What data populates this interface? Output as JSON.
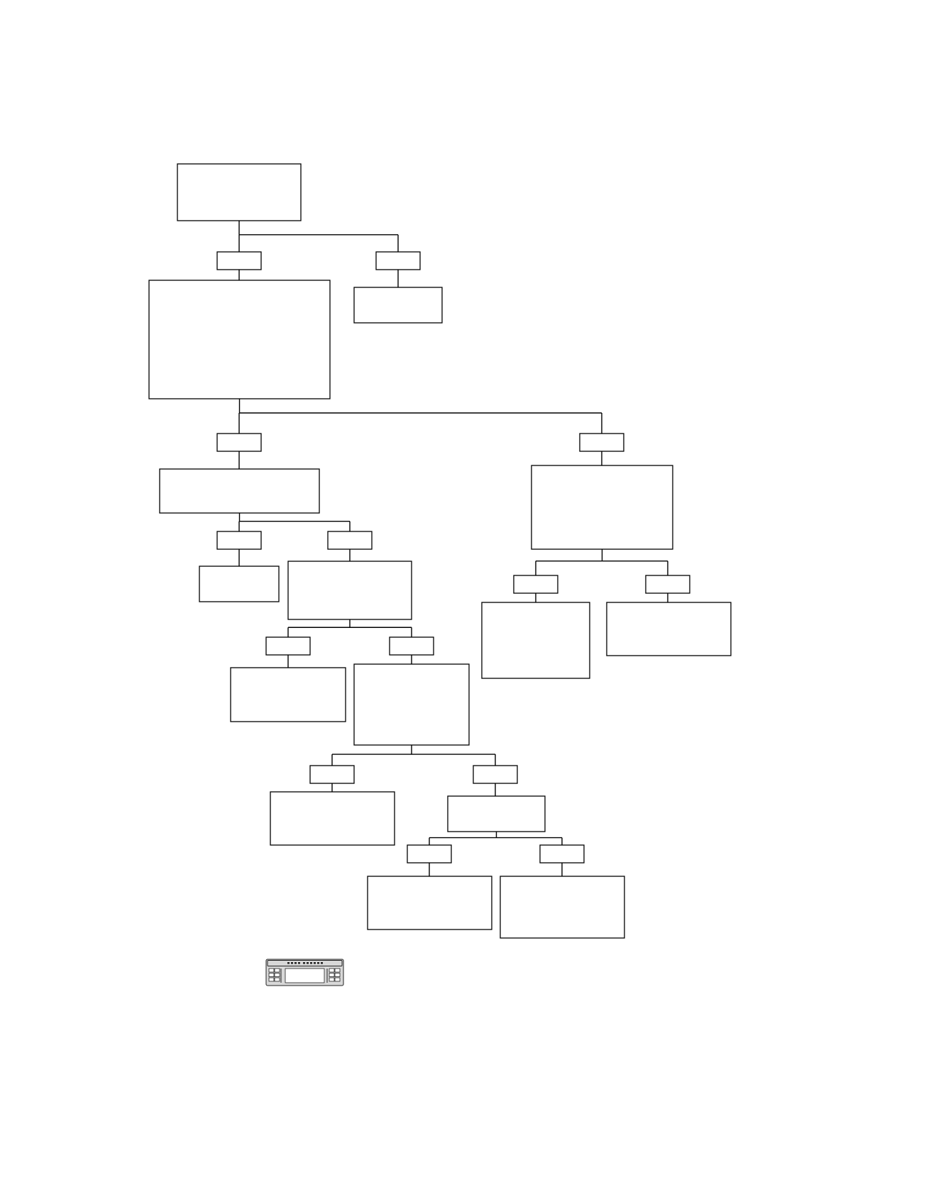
{
  "diagram": {
    "nodes": [
      {
        "id": "start",
        "kind": "process",
        "text": ""
      },
      {
        "id": "d1_left",
        "kind": "branch",
        "text": ""
      },
      {
        "id": "d1_right",
        "kind": "branch",
        "text": ""
      },
      {
        "id": "step_main",
        "kind": "process",
        "text": ""
      },
      {
        "id": "end_a",
        "kind": "process",
        "text": ""
      },
      {
        "id": "d2_left",
        "kind": "branch",
        "text": ""
      },
      {
        "id": "d2_right",
        "kind": "branch",
        "text": ""
      },
      {
        "id": "step_left",
        "kind": "process",
        "text": ""
      },
      {
        "id": "step_right",
        "kind": "process",
        "text": ""
      },
      {
        "id": "d3_left",
        "kind": "branch",
        "text": ""
      },
      {
        "id": "d3_right",
        "kind": "branch",
        "text": ""
      },
      {
        "id": "end_b",
        "kind": "process",
        "text": ""
      },
      {
        "id": "step_mid",
        "kind": "process",
        "text": ""
      },
      {
        "id": "d4_left",
        "kind": "branch",
        "text": ""
      },
      {
        "id": "d4_right",
        "kind": "branch",
        "text": ""
      },
      {
        "id": "end_c",
        "kind": "process",
        "text": ""
      },
      {
        "id": "step_deep",
        "kind": "process",
        "text": ""
      },
      {
        "id": "d5_left",
        "kind": "branch",
        "text": ""
      },
      {
        "id": "d5_right",
        "kind": "branch",
        "text": ""
      },
      {
        "id": "end_d",
        "kind": "process",
        "text": ""
      },
      {
        "id": "step_final",
        "kind": "process",
        "text": ""
      },
      {
        "id": "d6_left",
        "kind": "branch",
        "text": ""
      },
      {
        "id": "d6_right",
        "kind": "branch",
        "text": ""
      },
      {
        "id": "end_e",
        "kind": "process",
        "text": ""
      },
      {
        "id": "end_f",
        "kind": "process",
        "text": ""
      },
      {
        "id": "d7_left",
        "kind": "branch",
        "text": ""
      },
      {
        "id": "d7_right",
        "kind": "branch",
        "text": ""
      },
      {
        "id": "end_g",
        "kind": "process",
        "text": ""
      },
      {
        "id": "end_h",
        "kind": "process",
        "text": ""
      }
    ],
    "edges": [
      [
        "start",
        "d1_left"
      ],
      [
        "start",
        "d1_right"
      ],
      [
        "d1_left",
        "step_main"
      ],
      [
        "d1_right",
        "end_a"
      ],
      [
        "step_main",
        "d2_left"
      ],
      [
        "step_main",
        "d2_right"
      ],
      [
        "d2_left",
        "step_left"
      ],
      [
        "d2_right",
        "step_right"
      ],
      [
        "step_left",
        "d3_left"
      ],
      [
        "step_left",
        "d3_right"
      ],
      [
        "d3_left",
        "end_b"
      ],
      [
        "d3_right",
        "step_mid"
      ],
      [
        "step_mid",
        "d4_left"
      ],
      [
        "step_mid",
        "d4_right"
      ],
      [
        "d4_left",
        "end_c"
      ],
      [
        "d4_right",
        "step_deep"
      ],
      [
        "step_deep",
        "d5_left"
      ],
      [
        "step_deep",
        "d5_right"
      ],
      [
        "d5_left",
        "end_d"
      ],
      [
        "d5_right",
        "step_final"
      ],
      [
        "step_final",
        "d6_left"
      ],
      [
        "step_final",
        "d6_right"
      ],
      [
        "d6_left",
        "end_e"
      ],
      [
        "d6_right",
        "end_f"
      ],
      [
        "step_right",
        "d7_left"
      ],
      [
        "step_right",
        "d7_right"
      ],
      [
        "d7_left",
        "end_g"
      ],
      [
        "d7_right",
        "end_h"
      ]
    ]
  },
  "footer_image": {
    "icon": "car-radio-icon",
    "caption": ""
  }
}
